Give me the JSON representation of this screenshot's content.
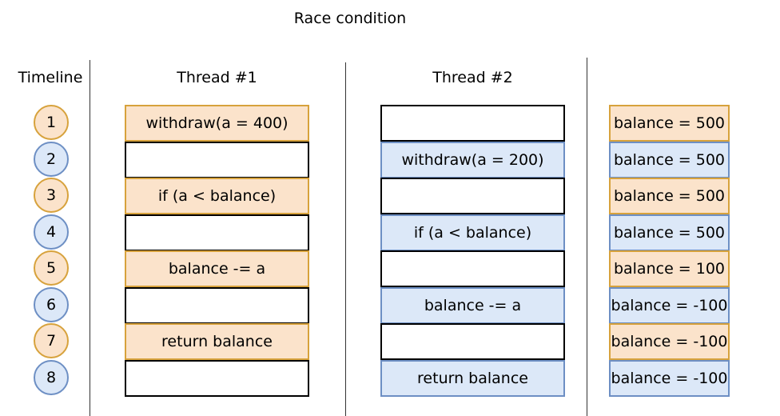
{
  "title": "Race condition",
  "headers": {
    "timeline": "Timeline",
    "thread1": "Thread #1",
    "thread2": "Thread #2"
  },
  "timeline": [
    "1",
    "2",
    "3",
    "4",
    "5",
    "6",
    "7",
    "8"
  ],
  "thread1": [
    "withdraw(a = 400)",
    "",
    "if (a < balance)",
    "",
    "balance -= a",
    "",
    "return balance",
    ""
  ],
  "thread2": [
    "",
    "withdraw(a = 200)",
    "",
    "if (a < balance)",
    "",
    "balance -= a",
    "",
    "return balance"
  ],
  "balances": [
    "balance = 500",
    "balance = 500",
    "balance = 500",
    "balance = 500",
    "balance = 100",
    "balance = -100",
    "balance = -100",
    "balance = -100"
  ],
  "colors": {
    "thread1_fill": "#fbe3cb",
    "thread1_stroke": "#d7a23c",
    "thread2_fill": "#dce8f8",
    "thread2_stroke": "#6d8fc4"
  }
}
